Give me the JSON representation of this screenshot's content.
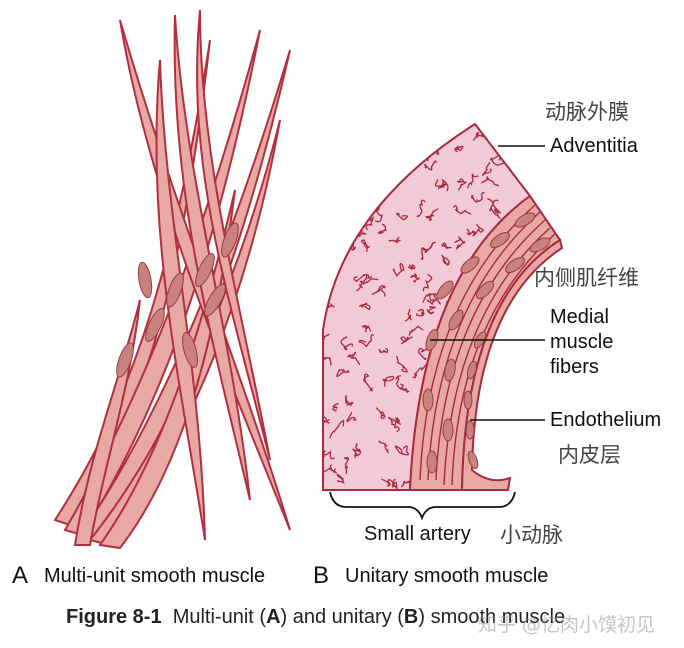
{
  "labels": {
    "adventitia_cn": "动脉外膜",
    "adventitia": "Adventitia",
    "medial_cn": "内侧肌纤维",
    "medial_line1": "Medial",
    "medial_line2": "muscle",
    "medial_line3": "fibers",
    "endothelium": "Endothelium",
    "endothelium_cn": "内皮层",
    "small_artery": "Small artery",
    "small_artery_cn": "小动脉"
  },
  "panels": {
    "a_letter": "A",
    "a_title": "Multi-unit smooth muscle",
    "b_letter": "B",
    "b_title": "Unitary smooth muscle"
  },
  "caption": {
    "figure_no": "Figure 8-1",
    "part1": "Multi-unit (",
    "a": "A",
    "part2": ") and unitary (",
    "b": "B",
    "part3": ") smooth muscle"
  },
  "watermark": "知乎 @忆肉小馍初见",
  "colors": {
    "muscle_fill": "#e8a8a3",
    "muscle_outline": "#b0303f",
    "nucleus": "#c9817d",
    "adventitia_fill": "#f2c9d6",
    "adventitia_squiggle": "#a72a3e"
  }
}
